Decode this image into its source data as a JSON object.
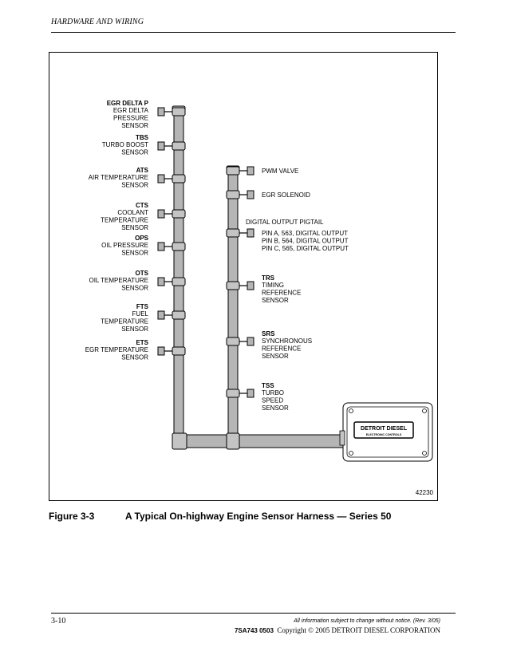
{
  "header": {
    "section_title": "HARDWARE AND WIRING"
  },
  "diagram": {
    "left_sensors": [
      {
        "abbr": "EGR DELTA P",
        "lines": [
          "EGR DELTA",
          "PRESSURE",
          "SENSOR"
        ]
      },
      {
        "abbr": "TBS",
        "lines": [
          "TURBO BOOST",
          "SENSOR"
        ]
      },
      {
        "abbr": "ATS",
        "lines": [
          "AIR TEMPERATURE",
          "SENSOR"
        ]
      },
      {
        "abbr": "CTS",
        "lines": [
          "COOLANT",
          "TEMPERATURE",
          "SENSOR"
        ]
      },
      {
        "abbr": "OPS",
        "lines": [
          "OIL PRESSURE",
          "SENSOR"
        ]
      },
      {
        "abbr": "OTS",
        "lines": [
          "OIL TEMPERATURE",
          "SENSOR"
        ]
      },
      {
        "abbr": "FTS",
        "lines": [
          "FUEL",
          "TEMPERATURE",
          "SENSOR"
        ]
      },
      {
        "abbr": "ETS",
        "lines": [
          "EGR TEMPERATURE",
          "SENSOR"
        ]
      }
    ],
    "right_items": [
      {
        "abbr": "",
        "lines": [
          "PWM VALVE"
        ]
      },
      {
        "abbr": "",
        "lines": [
          "EGR SOLENOID"
        ]
      },
      {
        "abbr": "",
        "lines": [
          "PIN A, 563, DIGITAL OUTPUT",
          "PIN B, 564, DIGITAL OUTPUT",
          "PIN C, 565, DIGITAL OUTPUT"
        ]
      },
      {
        "abbr": "TRS",
        "lines": [
          "TIMING",
          "REFERENCE",
          "SENSOR"
        ]
      },
      {
        "abbr": "SRS",
        "lines": [
          "SYNCHRONOUS",
          "REFERENCE",
          "SENSOR"
        ]
      },
      {
        "abbr": "TSS",
        "lines": [
          "TURBO",
          "SPEED",
          "SENSOR"
        ]
      }
    ],
    "pigtail_label": "DIGITAL OUTPUT  PIGTAIL",
    "ecm_brand": "DETROIT DIESEL",
    "ecm_subtitle": "ELECTRONIC CONTROLS",
    "drawing_number": "42230"
  },
  "caption": {
    "figure_number": "Figure 3-3",
    "title": "A Typical On-highway Engine Sensor Harness — Series 50"
  },
  "footer": {
    "page_number": "3-10",
    "notice": "All information subject to change without notice. (Rev. 3/05)",
    "doc_number": "7SA743  0503",
    "copyright": "Copyright © 2005 DETROIT DIESEL CORPORATION"
  }
}
